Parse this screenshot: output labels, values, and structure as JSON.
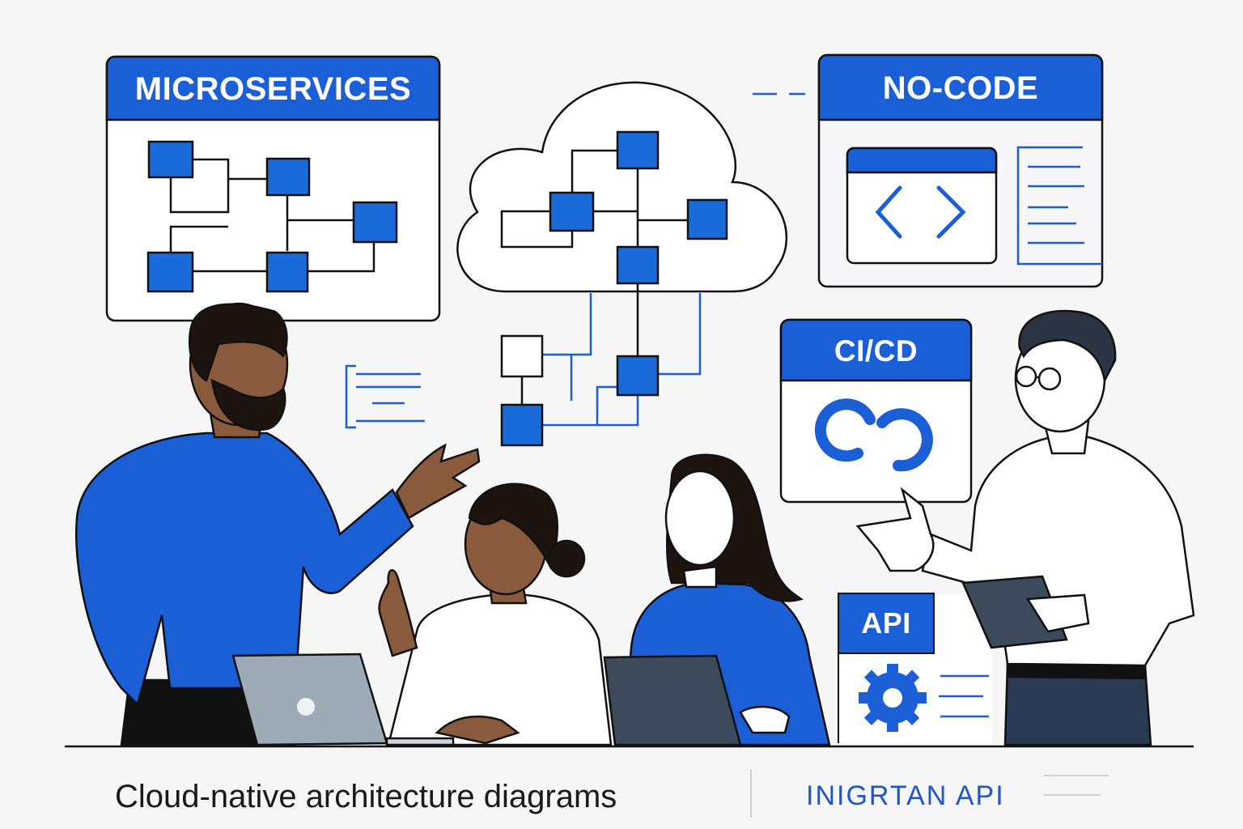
{
  "panels": {
    "microservices_title": "MICROSERVICES",
    "nocode_title": "NO-CODE",
    "cicd_title": "CI/CD",
    "api_title": "API"
  },
  "caption": "Cloud-native architecture diagrams",
  "tag": "INIGRTAN API",
  "colors": {
    "accent": "#1a5fd6",
    "outline": "#111111",
    "background": "#f6f6f7"
  }
}
